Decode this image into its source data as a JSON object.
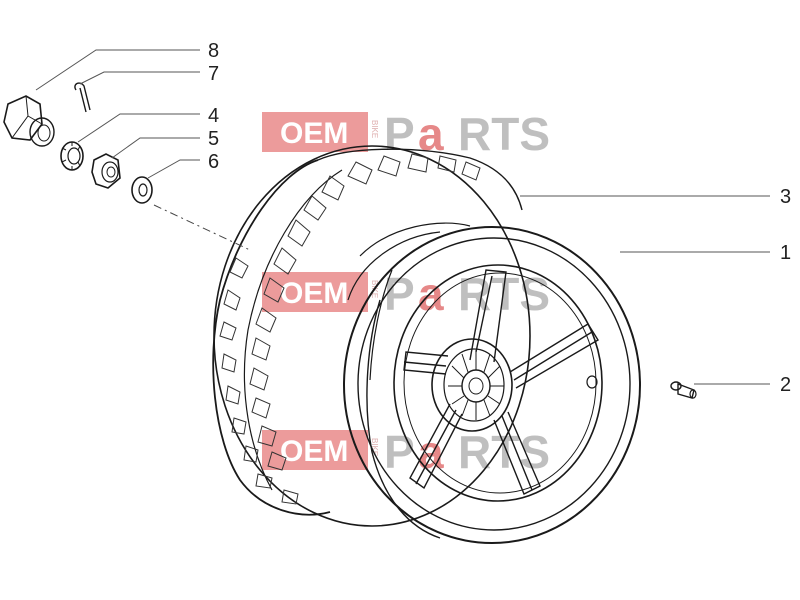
{
  "diagram": {
    "callouts": [
      {
        "number": "8",
        "part": "axle-nut-cap"
      },
      {
        "number": "7",
        "part": "cotter-pin"
      },
      {
        "number": "4",
        "part": "castle-nut"
      },
      {
        "number": "5",
        "part": "nut"
      },
      {
        "number": "6",
        "part": "washer"
      },
      {
        "number": "3",
        "part": "tyre"
      },
      {
        "number": "1",
        "part": "rim"
      },
      {
        "number": "2",
        "part": "valve"
      }
    ]
  },
  "watermark": {
    "oem": "OEM",
    "bike": "BIKE",
    "parts_p": "P",
    "parts_a": "a",
    "parts_rts": "RTS",
    "colors": {
      "red": "#e27474",
      "gray": "#a9a9a9"
    }
  }
}
